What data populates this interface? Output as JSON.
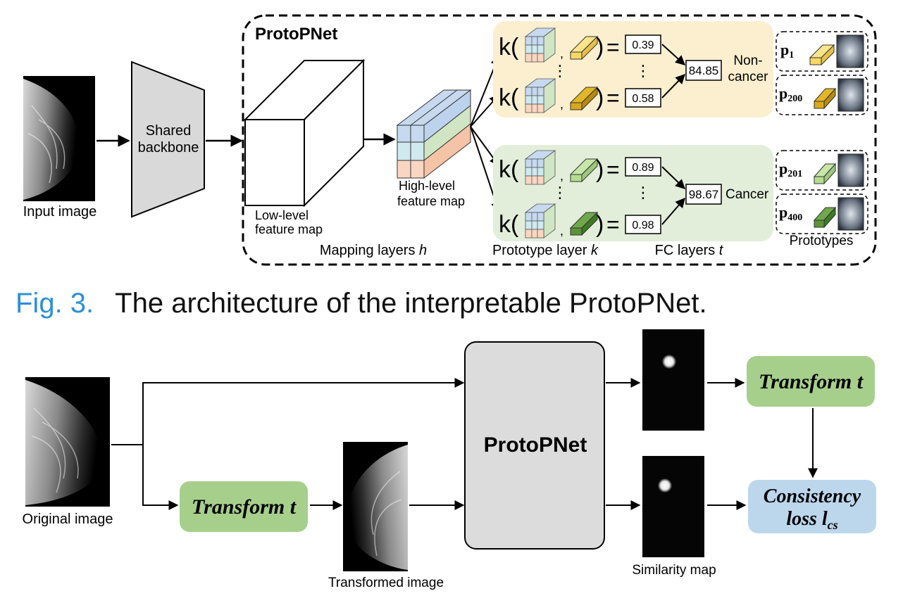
{
  "fig3": {
    "input_label": "Input image",
    "backbone_label_1": "Shared",
    "backbone_label_2": "backbone",
    "protopnet_title": "ProtoPNet",
    "lowlevel_label_1": "Low-level",
    "lowlevel_label_2": "feature map",
    "highlevel_label_1": "High-level",
    "highlevel_label_2": "feature map",
    "mapping_label": "Mapping layers ",
    "mapping_var": "h",
    "prototype_layer_label": "Prototype layer ",
    "prototype_layer_var": "k",
    "fc_label": "FC layers ",
    "fc_var": "t",
    "prototypes_label": "Prototypes",
    "k_func": "k(",
    "comma": ",",
    "rparen": ")",
    "equals": "=",
    "vdots": "⋮",
    "noncancer": {
      "score_top": "0.39",
      "score_bottom": "0.58",
      "total": "84.85",
      "label_1": "Non-",
      "label_2": "cancer",
      "proto_top_base": "p",
      "proto_top_sub": "1",
      "proto_bottom_base": "p",
      "proto_bottom_sub": "200",
      "bg": "#fbefd0"
    },
    "cancer": {
      "score_top": "0.89",
      "score_bottom": "0.98",
      "total": "98.67",
      "label": "Cancer",
      "proto_top_base": "p",
      "proto_top_sub": "201",
      "proto_bottom_base": "p",
      "proto_bottom_sub": "400",
      "bg": "#e2eed9"
    }
  },
  "caption": {
    "number": "Fig. 3.",
    "text": "The architecture of the interpretable ProtoPNet.",
    "number_color": "#2e8fd6"
  },
  "fig4": {
    "original_label": "Original image",
    "transform_label": "Transform t",
    "transformed_label": "Transformed  image",
    "protopnet_label": "ProtoPNet",
    "similarity_label": "Similarity map",
    "transform_out_label": "Transform t",
    "consistency_label_1": "Consistency",
    "consistency_label_2": "loss l",
    "consistency_sub": "cs",
    "green": "#a6cf8c",
    "blue": "#bcd6ec",
    "gray": "#dcdcdc"
  }
}
